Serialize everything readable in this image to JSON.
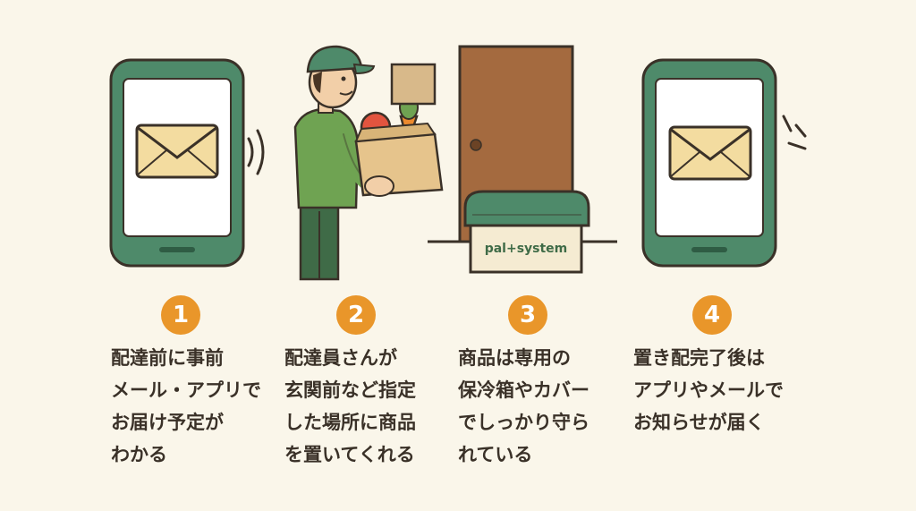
{
  "colors": {
    "background": "#faf6ea",
    "phone_frame": "#4e8a6a",
    "phone_screen": "#ffffff",
    "envelope": "#f3dca0",
    "outline": "#3a3128",
    "door": "#a46a3f",
    "box_lid": "#4e8a6a",
    "box_body": "#f5ebd2",
    "number_badge": "#e9962a",
    "staff_shirt": "#6fa352",
    "staff_pants": "#3f6b47"
  },
  "icons": {
    "phone_left": "smartphone-icon",
    "envelope_left": "envelope-icon",
    "notify_left": "vibration-waves-icon",
    "delivery_person": "delivery-person-icon",
    "door": "door-icon",
    "storage_box": "cooler-box-icon",
    "phone_right": "smartphone-icon",
    "envelope_right": "envelope-icon",
    "notify_right": "notification-burst-icon"
  },
  "box_label": "pal+system",
  "steps": [
    {
      "number": "1",
      "lines": [
        "配達前に事前",
        "メール・アプリで",
        "お届け予定が",
        "わかる"
      ]
    },
    {
      "number": "2",
      "lines": [
        "配達員さんが",
        "玄関前など指定",
        "した場所に商品",
        "を置いてくれる"
      ]
    },
    {
      "number": "3",
      "lines": [
        "商品は専用の",
        "保冷箱やカバー",
        "でしっかり守ら",
        "れている"
      ]
    },
    {
      "number": "4",
      "lines": [
        "置き配完了後は",
        "アプリやメールで",
        "お知らせが届く"
      ]
    }
  ]
}
